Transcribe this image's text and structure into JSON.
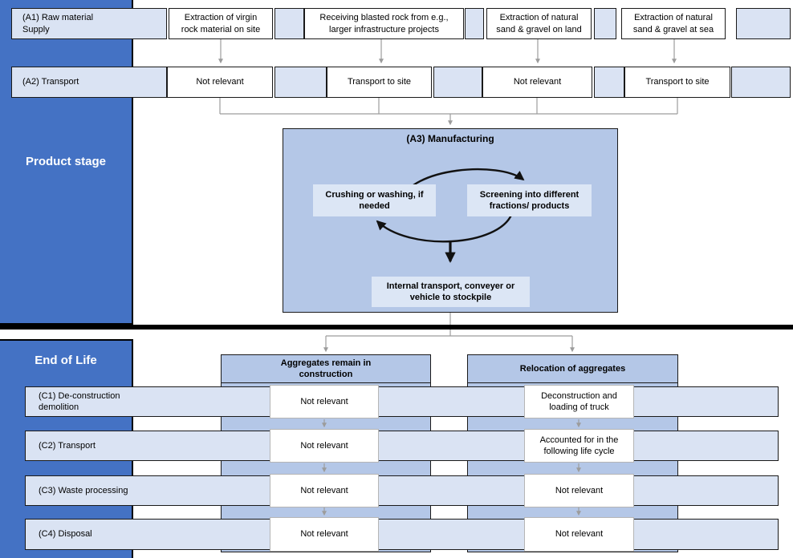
{
  "sidebar": {
    "product_stage_label": "Product stage",
    "end_of_life_label": "End of Life"
  },
  "product_stage": {
    "a1": {
      "row_label": "(A1) Raw material\nSupply",
      "cells": [
        "Extraction of virgin\nrock material on site",
        "Receiving blasted rock from e.g.,\nlarger infrastructure projects",
        "Extraction of natural\nsand & gravel on land",
        "Extraction of natural\nsand & gravel at sea"
      ]
    },
    "a2": {
      "row_label": "(A2) Transport",
      "cells": [
        "Not relevant",
        "Transport to site",
        "Not relevant",
        "Transport to site"
      ]
    },
    "a3": {
      "title": "(A3) Manufacturing",
      "crushing": "Crushing or washing, if\nneeded",
      "screening": "Screening into different\nfractions/ products",
      "internal_transport": "Internal transport, conveyer or\nvehicle to stockpile"
    }
  },
  "end_of_life": {
    "column_headers": [
      "Aggregates remain in\nconstruction",
      "Relocation of aggregates"
    ],
    "rows": [
      {
        "label": "(C1) De-construction\ndemolition",
        "cells": [
          "Not relevant",
          "Deconstruction and\nloading of truck"
        ]
      },
      {
        "label": "(C2) Transport",
        "cells": [
          "Not relevant",
          "Accounted for in the\nfollowing life cycle"
        ]
      },
      {
        "label": "(C3) Waste processing",
        "cells": [
          "Not relevant",
          "Not relevant"
        ]
      },
      {
        "label": "(C4) Disposal",
        "cells": [
          "Not relevant",
          "Not relevant"
        ]
      }
    ]
  },
  "colors": {
    "band_blue": "#4472c4",
    "column_blue": "#b4c7e7",
    "row_blue": "#dae3f3",
    "process_box_blue": "#dce6f5",
    "connector_gray": "#9c9c9c",
    "divider_black": "#000000"
  }
}
